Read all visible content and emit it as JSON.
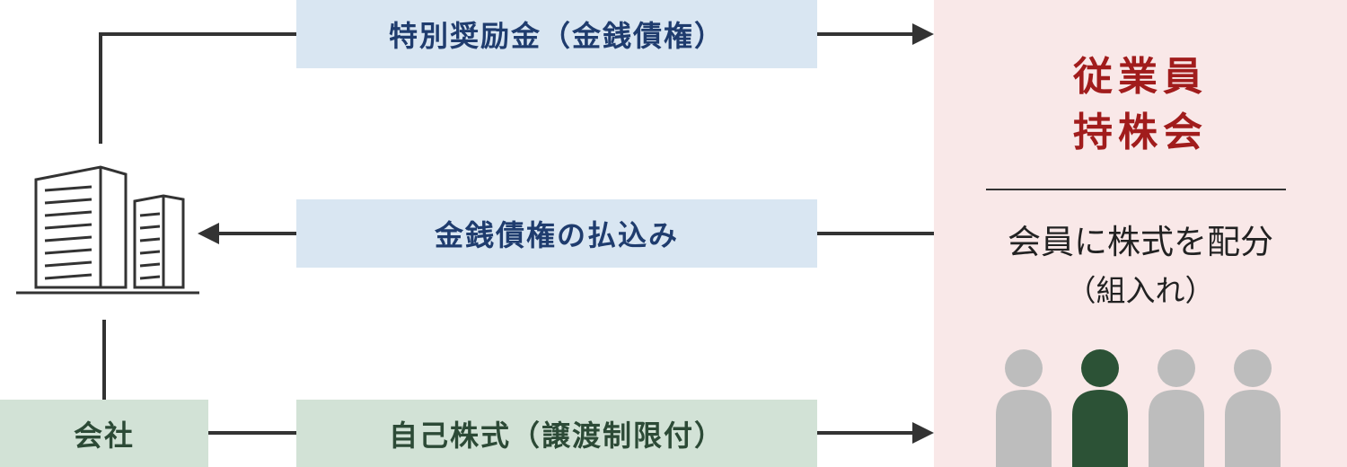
{
  "diagram": {
    "flows": {
      "special_bonus": "特別奨励金（金銭債権）",
      "claim_payment": "金銭債権の払込み",
      "treasury_stock": "自己株式（譲渡制限付）"
    },
    "company_label": "会社",
    "association": {
      "title_line1": "従業員",
      "title_line2": "持株会",
      "allocation": "会員に株式を配分",
      "allocation_note": "（組入れ）"
    },
    "people": [
      {
        "role": "member",
        "color": "#bdbdbd"
      },
      {
        "role": "highlighted-member",
        "color": "#2c5236"
      },
      {
        "role": "member",
        "color": "#bdbdbd"
      },
      {
        "role": "member",
        "color": "#bdbdbd"
      }
    ],
    "colors": {
      "blue_box": "#d9e6f2",
      "green_box": "#d2e2d6",
      "panel_bg": "#f9e8e8",
      "title_red": "#a11c1c",
      "line": "#333333"
    }
  }
}
